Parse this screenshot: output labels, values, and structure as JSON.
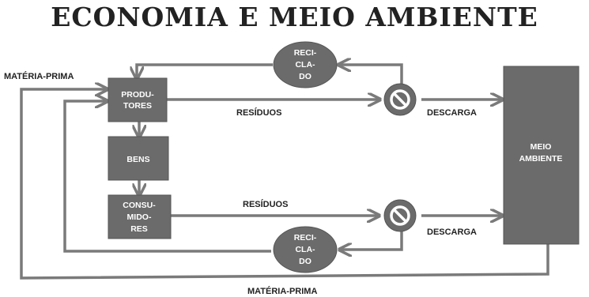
{
  "title": "ECONOMIA E MEIO AMBIENTE",
  "colors": {
    "node": "#6b6b6b",
    "arrow": "#7a7a7a",
    "text": "#222222",
    "node_text": "#ffffff"
  },
  "nodes": {
    "produtores": [
      "PRODU-",
      "TORES"
    ],
    "bens": [
      "BENS"
    ],
    "consumidores": [
      "CONSU-",
      "MIDO-",
      "RES"
    ],
    "meio_ambiente": [
      "MEIO",
      "AMBIENTE"
    ],
    "reciclado_top": [
      "RECI-",
      "CLA-",
      "DO"
    ],
    "reciclado_bottom": [
      "RECI-",
      "CLA-",
      "DO"
    ]
  },
  "labels": {
    "materia_prima_top": "MATÉRIA-PRIMA",
    "materia_prima_bottom": "MATÉRIA-PRIMA",
    "residuos_top": "RESÍDUOS",
    "residuos_bottom": "RESÍDUOS",
    "descarga_top": "DESCARGA",
    "descarga_bottom": "DESCARGA"
  },
  "icons": {
    "filter_top": "prohibited-sign-icon",
    "filter_bottom": "prohibited-sign-icon"
  }
}
